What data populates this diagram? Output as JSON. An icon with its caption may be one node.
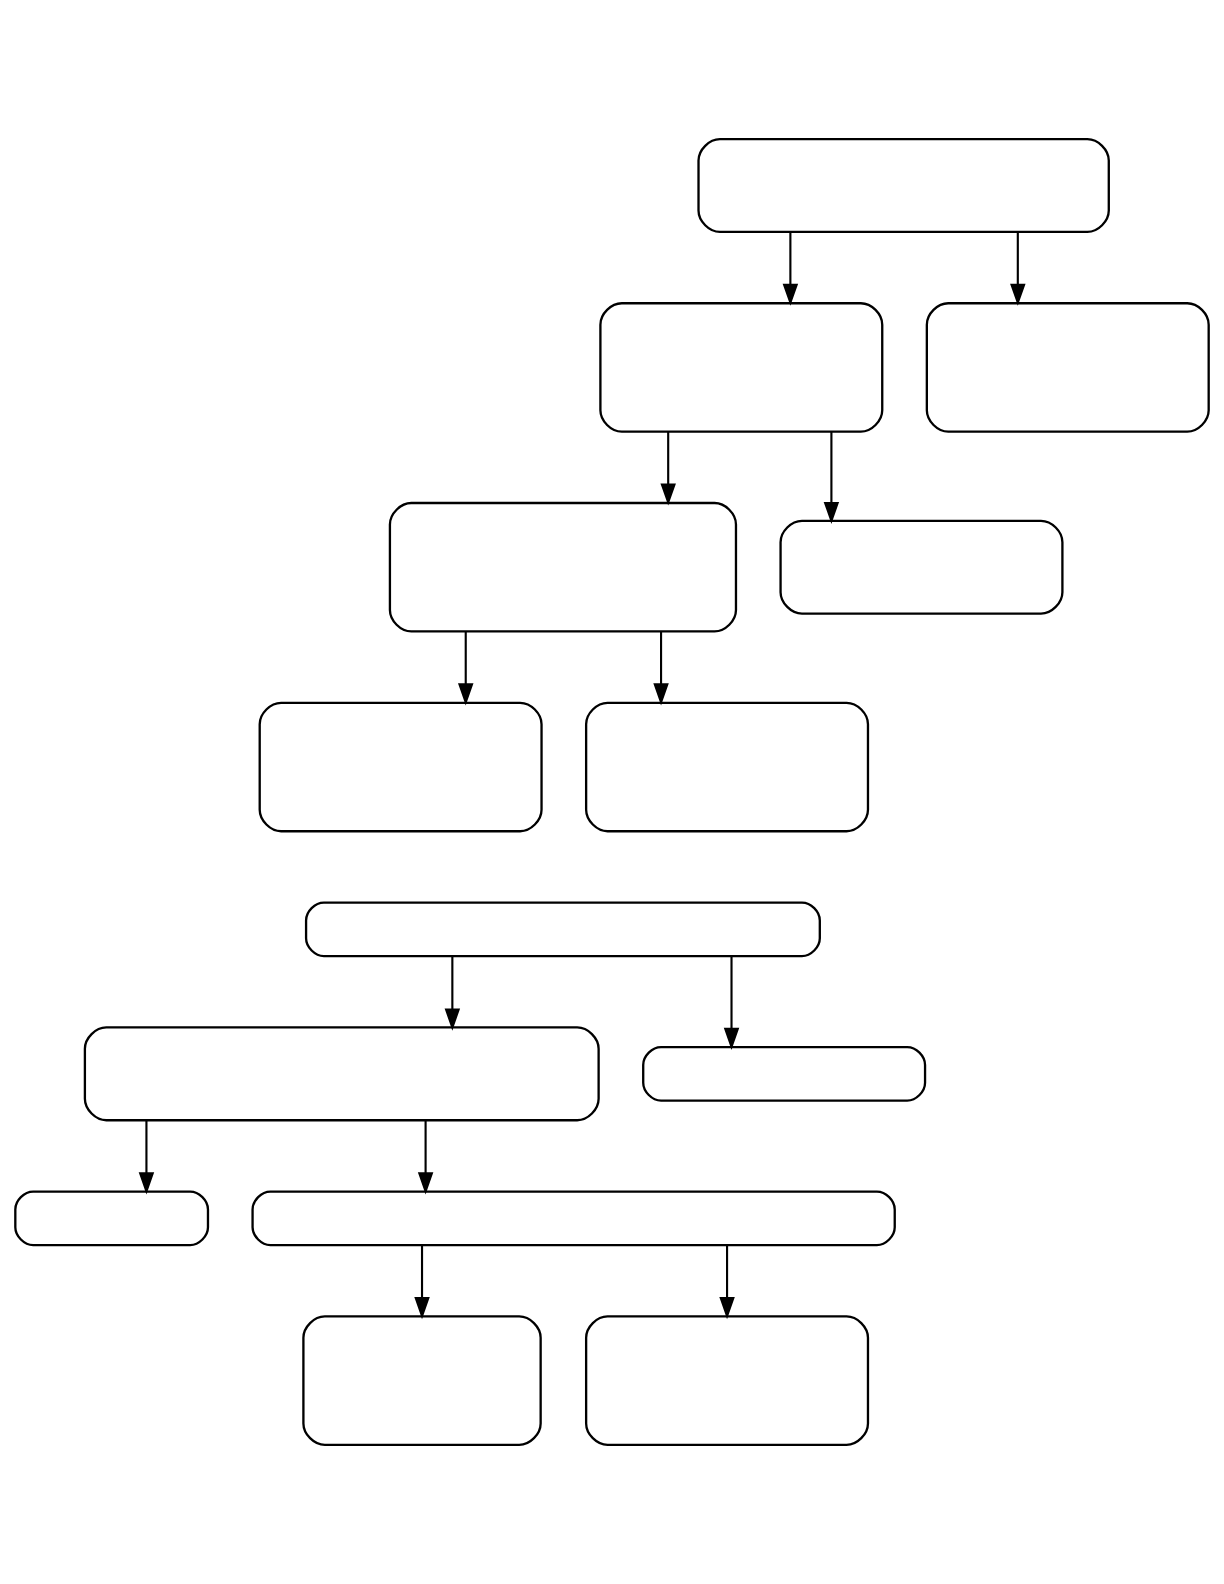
{
  "diagram": {
    "nodes": [
      {
        "text": [],
        "shape": "box"
      },
      {
        "text": [],
        "shape": "box"
      },
      {
        "text": [],
        "shape": "box"
      },
      {
        "text": [],
        "shape": "box"
      },
      {
        "text": [],
        "shape": "box"
      },
      {
        "text": [],
        "shape": "box"
      },
      {
        "text": [],
        "shape": "box"
      },
      {
        "text": [],
        "shape": "box"
      },
      {
        "text": [],
        "shape": "box"
      },
      {
        "text": [],
        "shape": "box"
      },
      {
        "text": [],
        "shape": "box"
      },
      {
        "text": [],
        "shape": "box"
      },
      {
        "text": [],
        "shape": "box"
      },
      {
        "text": [],
        "shape": "box"
      }
    ],
    "edges": [
      {
        "from": 0,
        "to": 1,
        "arrow": "to"
      },
      {
        "from": 0,
        "to": 2,
        "arrow": "to"
      },
      {
        "from": 1,
        "to": 3,
        "arrow": "to"
      },
      {
        "from": 1,
        "to": 4,
        "arrow": "to"
      },
      {
        "from": 3,
        "to": 5,
        "arrow": "to"
      },
      {
        "from": 3,
        "to": 6,
        "arrow": "to"
      },
      {
        "from": 7,
        "to": 8,
        "arrow": "to"
      },
      {
        "from": 7,
        "to": 9,
        "arrow": "to"
      },
      {
        "from": 8,
        "to": 10,
        "arrow": "to"
      },
      {
        "from": 8,
        "to": 11,
        "arrow": "to"
      },
      {
        "from": 11,
        "to": 12,
        "arrow": "to"
      },
      {
        "from": 11,
        "to": 13,
        "arrow": "to"
      }
    ]
  }
}
